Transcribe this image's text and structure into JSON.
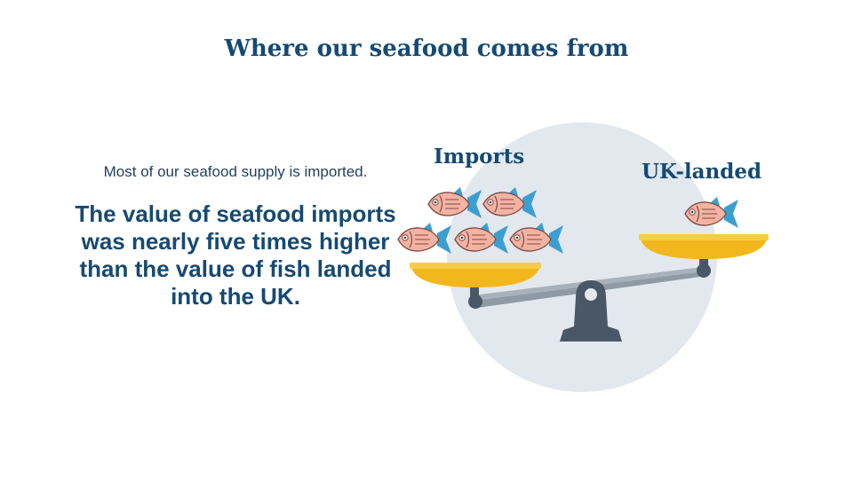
{
  "title": "Where our seafood comes from",
  "intro": "Most of our seafood supply is imported.",
  "highlight": "The value of seafood imports was nearly five times higher than the value of fish landed into the UK.",
  "scale": {
    "left_label": "Imports",
    "right_label": "UK-landed",
    "left_fish_count": 5,
    "right_fish_count": 1,
    "colors": {
      "circle": "#e2e8ee",
      "pan": "#f2b71c",
      "beam": "#8e9aa6",
      "stand": "#4a5766",
      "fish_body": "#f4b3a2",
      "fish_tail": "#3d9fd0"
    }
  }
}
